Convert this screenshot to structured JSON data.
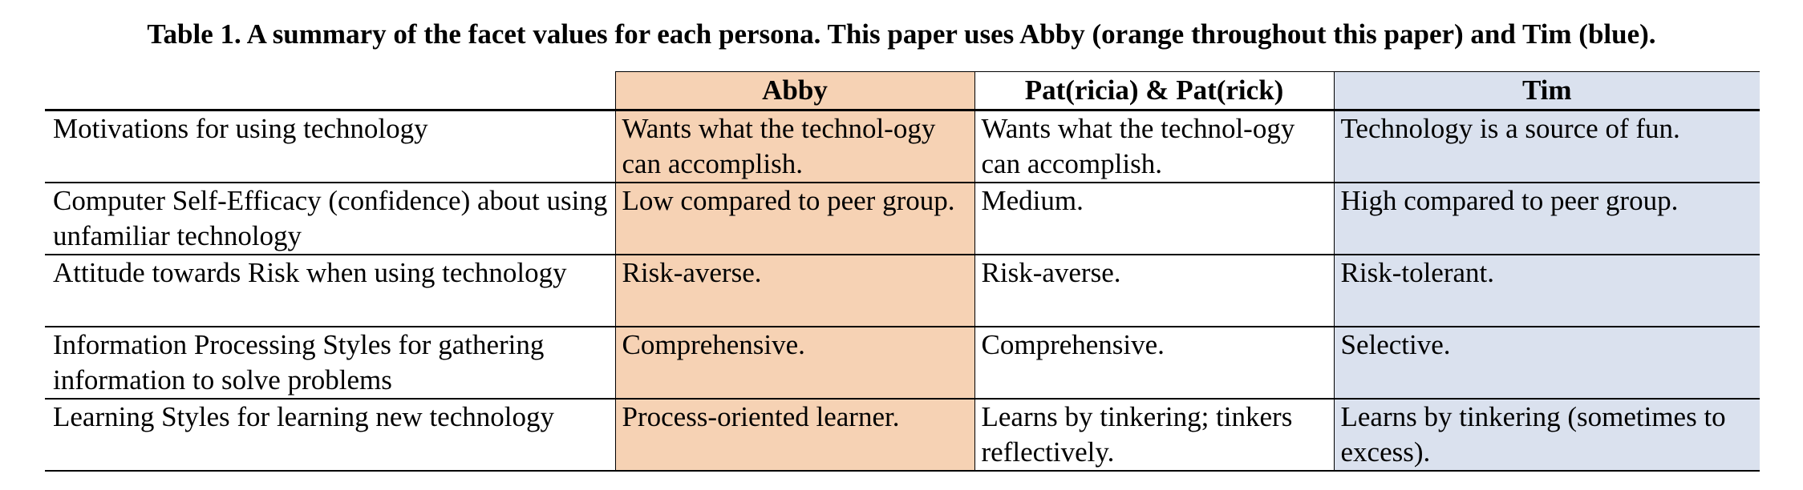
{
  "caption": "Table 1. A summary of the facet values for each persona. This paper uses Abby (orange throughout this paper) and Tim (blue).",
  "colors": {
    "abby": "#F6D2B4",
    "tim": "#DAE1EE"
  },
  "table": {
    "headers": {
      "facet": "",
      "abby": "Abby",
      "pat": "Pat(ricia) & Pat(rick)",
      "tim": "Tim"
    },
    "rows": [
      {
        "facet": "Motivations for using technology",
        "abby": "Wants what the technol-ogy can accomplish.",
        "pat": "Wants what the technol-ogy can accomplish.",
        "tim": "Technology is a source of fun."
      },
      {
        "facet": "Computer Self-Efficacy (confidence) about using unfamiliar technology",
        "abby": "Low compared to peer group.",
        "pat": "Medium.",
        "tim": "High compared to peer group."
      },
      {
        "facet": "Attitude towards Risk when using technology",
        "abby": "Risk-averse.",
        "pat": "Risk-averse.",
        "tim": "Risk-tolerant."
      },
      {
        "facet": "Information Processing Styles for gathering information to solve problems",
        "abby": "Comprehensive.",
        "pat": "Comprehensive.",
        "tim": "Selective."
      },
      {
        "facet": "Learning Styles for learning new technology",
        "abby": "Process-oriented learner.",
        "pat": "Learns by tinkering; tinkers reflectively.",
        "tim": "Learns by tinkering (sometimes to excess)."
      }
    ]
  }
}
